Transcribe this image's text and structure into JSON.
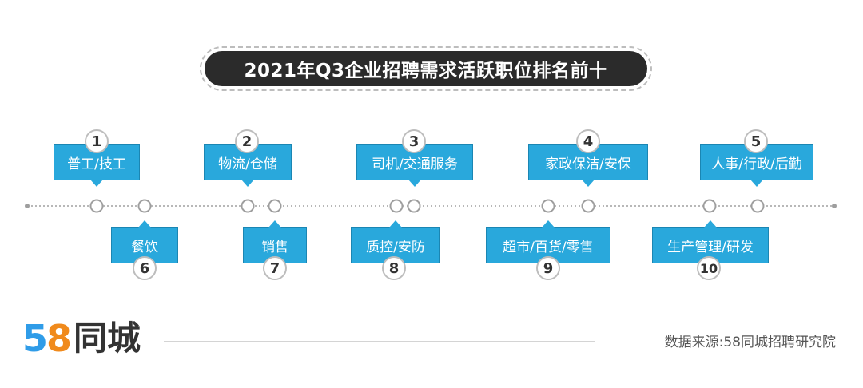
{
  "title": "2021年Q3企业招聘需求活跃职位排名前十",
  "items_top": [
    {
      "rank": "1",
      "label": "普工/技工"
    },
    {
      "rank": "2",
      "label": "物流/仓储"
    },
    {
      "rank": "3",
      "label": "司机/交通服务"
    },
    {
      "rank": "4",
      "label": "家政保洁/安保"
    },
    {
      "rank": "5",
      "label": "人事/行政/后勤"
    }
  ],
  "items_bottom": [
    {
      "rank": "6",
      "label": "餐饮"
    },
    {
      "rank": "7",
      "label": "销售"
    },
    {
      "rank": "8",
      "label": "质控/安防"
    },
    {
      "rank": "9",
      "label": "超市/百货/零售"
    },
    {
      "rank": "10",
      "label": "生产管理/研发"
    }
  ],
  "logo": {
    "number_5": "5",
    "number_8": "8",
    "name": "同城"
  },
  "source": "数据来源:58同城招聘研究院",
  "colors": {
    "card": "#29a8dc",
    "title_bg": "#2b2b2b",
    "logo_5": "#2f9ce8",
    "logo_8": "#f08a1c"
  }
}
